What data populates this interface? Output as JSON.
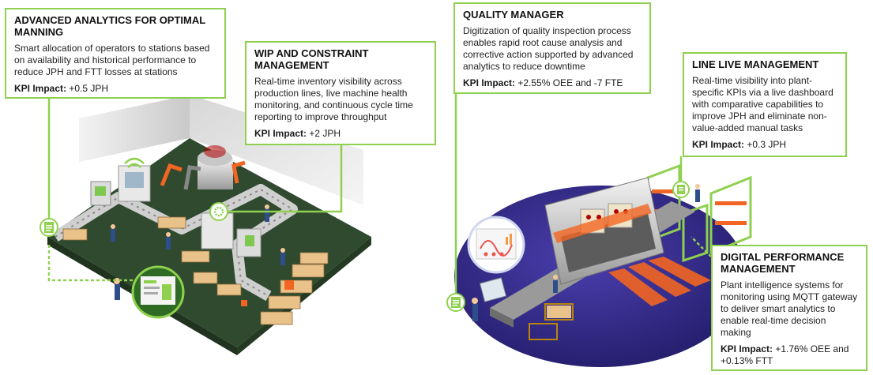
{
  "colors": {
    "accent": "#8fd14f",
    "floor": "#2f4a2e",
    "wall": "#d9d9d9",
    "orange": "#f26522",
    "purple": "#3a2f8f"
  },
  "cards": [
    {
      "title": "ADVANCED ANALYTICS FOR OPTIMAL MANNING",
      "body": "Smart allocation of operators to stations based on availability and historical performance to reduce JPH and FTT losses at stations",
      "kpi_label": "KPI Impact:",
      "kpi_value": "+0.5 JPH"
    },
    {
      "title": "WIP AND CONSTRAINT MANAGEMENT",
      "body": "Real-time inventory visibility across production lines, live machine health monitoring, and continuous cycle time reporting to improve throughput",
      "kpi_label": "KPI Impact:",
      "kpi_value": "+2 JPH"
    },
    {
      "title": "QUALITY MANAGER",
      "body": "Digitization of quality inspection process enables rapid root cause analysis and corrective action supported by advanced analytics to reduce downtime",
      "kpi_label": "KPI Impact:",
      "kpi_value": "+2.55% OEE and -7 FTE"
    },
    {
      "title": "LINE LIVE MANAGEMENT",
      "body": "Real-time visibility into plant-specific KPIs via a live dashboard with comparative capabilities to improve JPH and eliminate non-value-added manual tasks",
      "kpi_label": "KPI Impact:",
      "kpi_value": "+0.3 JPH"
    },
    {
      "title": "DIGITAL PERFORMANCE MANAGEMENT",
      "body": "Plant intelligence systems for monitoring using MQTT gateway to deliver smart analytics to enable real-time decision making",
      "kpi_label": "KPI Impact:",
      "kpi_value": "+1.76% OEE and +0.13% FTT"
    }
  ],
  "icons": [
    "clipboard-icon",
    "wifi-gear-icon",
    "dashboard-icon"
  ]
}
